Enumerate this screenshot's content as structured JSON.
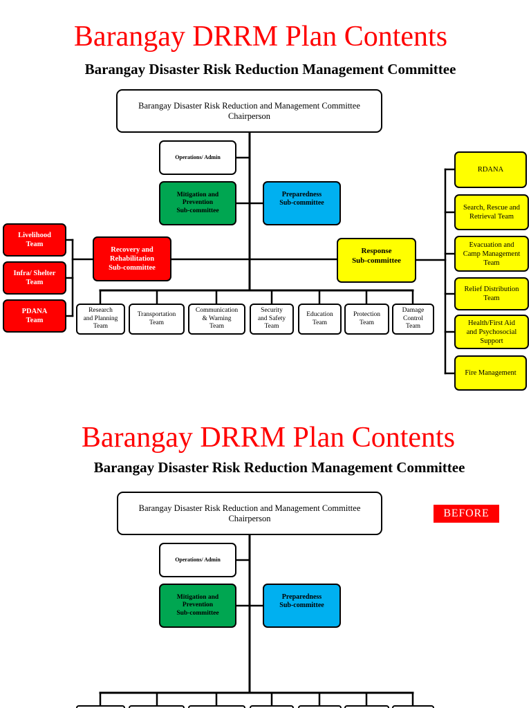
{
  "colors": {
    "title": "#ff0000",
    "recovery": "#ff0000",
    "mitigation": "#00a651",
    "preparedness": "#00b0f0",
    "response": "#ffff00",
    "badge": "#ff0000"
  },
  "slides": [
    {
      "title": "Barangay DRRM Plan Contents",
      "subtitle": "Barangay Disaster Risk Reduction Management Committee",
      "chairperson": "Barangay Disaster Risk Reduction and Management Committee\nChairperson",
      "operations_admin": "Operations/ Admin",
      "mitigation": "Mitigation and\nPrevention\nSub-committee",
      "preparedness": "Preparedness\nSub-committee",
      "recovery": "Recovery and\nRehabilitation\nSub-committee",
      "recovery_teams": [
        "Livelihood\nTeam",
        "Infra/ Shelter\nTeam",
        "PDANA\nTeam"
      ],
      "response": "Response\nSub-committee",
      "response_teams": [
        "RDANA",
        "Search, Rescue and\nRetrieval Team",
        "Evacuation and\nCamp Management\nTeam",
        "Relief Distribution\nTeam",
        "Health/First Aid\nand Psychosocial\nSupport",
        "Fire Management"
      ],
      "support_teams": [
        "Research\nand Planning\nTeam",
        "Transportation\nTeam",
        "Communication\n& Warning\nTeam",
        "Security\nand Safety\nTeam",
        "Education\nTeam",
        "Protection\nTeam",
        "Damage\nControl\nTeam"
      ]
    },
    {
      "title": "Barangay DRRM Plan Contents",
      "subtitle": "Barangay Disaster Risk Reduction Management Committee",
      "badge": "BEFORE",
      "chairperson": "Barangay Disaster Risk Reduction and Management Committee\nChairperson",
      "operations_admin": "Operations/ Admin",
      "mitigation": "Mitigation and\nPrevention\nSub-committee",
      "preparedness": "Preparedness\nSub-committee"
    }
  ]
}
